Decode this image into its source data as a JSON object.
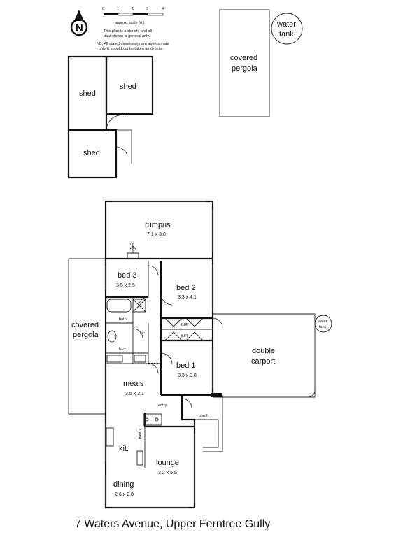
{
  "scale": {
    "ticks": [
      "0",
      "1",
      "2",
      "3",
      "4"
    ],
    "caption": "approx. scale (m)",
    "note1": [
      "This plan is a sketch, and all",
      "data shown is general only."
    ],
    "note2": [
      "NB. All stated dimensions are approximate",
      "only & should not be taken as definite."
    ]
  },
  "compass": "N",
  "outbuildings": {
    "shed_left": "shed",
    "shed_right": "shed",
    "shed_bottom": "shed",
    "pergola_top": [
      "covered",
      "pergola"
    ],
    "water_tank_top": [
      "water",
      "tank"
    ]
  },
  "rooms": {
    "rumpus": {
      "name": "rumpus",
      "dim": "7.1 x 3.8",
      "up": "up"
    },
    "bed3": {
      "name": "bed 3",
      "dim": "3.5 x 2.5"
    },
    "bed2": {
      "name": "bed 2",
      "dim": "3.3 x 4.1"
    },
    "bed1": {
      "name": "bed 1",
      "dim": "3.3 x 3.8"
    },
    "bath": "bath",
    "wc": "wc",
    "ldry": "l'dry",
    "robe1": "BIR",
    "robe2": "BIR",
    "side_pergola": [
      "covered",
      "pergola"
    ],
    "carport": [
      "double",
      "carport"
    ],
    "tank_small": [
      "water",
      "tank"
    ],
    "meals": {
      "name": "meals",
      "dim": "3.5 x 3.1"
    },
    "entry": "entry",
    "porch": "porch",
    "kitchen": "kit.",
    "pantry": "pantry",
    "lounge": {
      "name": "lounge",
      "dim": "3.2 x 5.5"
    },
    "dining": {
      "name": "dining",
      "dim": "2.6 x 2.8"
    }
  },
  "address": "7 Waters Avenue, Upper Ferntree Gully"
}
